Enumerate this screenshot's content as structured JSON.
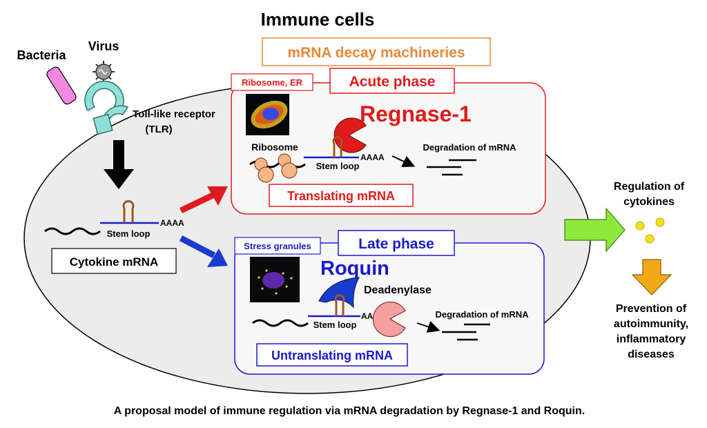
{
  "title": "Immune cells",
  "header_box": "mRNA decay machineries",
  "pathogens": {
    "bacteria": "Bacteria",
    "virus": "Virus"
  },
  "receptor": {
    "line1": "Toll-like receptor",
    "line2": "(TLR)"
  },
  "cytokine": {
    "stem_loop": "Stem loop",
    "poly_a": "AAAA",
    "label": "Cytokine mRNA"
  },
  "acute": {
    "tag": "Ribosome, ER",
    "phase": "Acute phase",
    "protein": "Regnase-1",
    "ribosome": "Ribosome",
    "stem_loop": "Stem loop",
    "poly_a": "AAAA",
    "degradation": "Degradation of mRNA",
    "mrna_label": "Translating mRNA"
  },
  "late": {
    "tag": "Stress granules",
    "phase": "Late phase",
    "protein": "Roquin",
    "deadenylase": "Deadenylase",
    "stem_loop": "Stem loop",
    "poly_a": "AAAA",
    "degradation": "Degradation of mRNA",
    "mrna_label": "Untranslating mRNA"
  },
  "outcome": {
    "regulation_line1": "Regulation of",
    "regulation_line2": "cytokines",
    "prevention_line1": "Prevention of",
    "prevention_line2": "autoimmunity,",
    "prevention_line3": "inflammatory",
    "prevention_line4": "diseases"
  },
  "caption": "A proposal model of immune regulation via mRNA degradation by Regnase-1 and Roquin.",
  "colors": {
    "acute_red": "#e01b1b",
    "late_blue": "#1a1acc",
    "header_orange": "#e8883a",
    "cell_fill": "#ececec",
    "arrow_green": "#8ee83a",
    "arrow_orange": "#f2a818",
    "cytokine_yellow": "#f2e21e",
    "receptor_teal": "#8fe0d8",
    "bacteria_pink": "#f08ae0",
    "ribosome_orange": "#f5b78a",
    "regnase_red": "#e01b1b",
    "roquin_blue": "#1a3ccc",
    "deadenylase_pink": "#f5a0a0",
    "stem_loop_brown": "#a0581e"
  }
}
